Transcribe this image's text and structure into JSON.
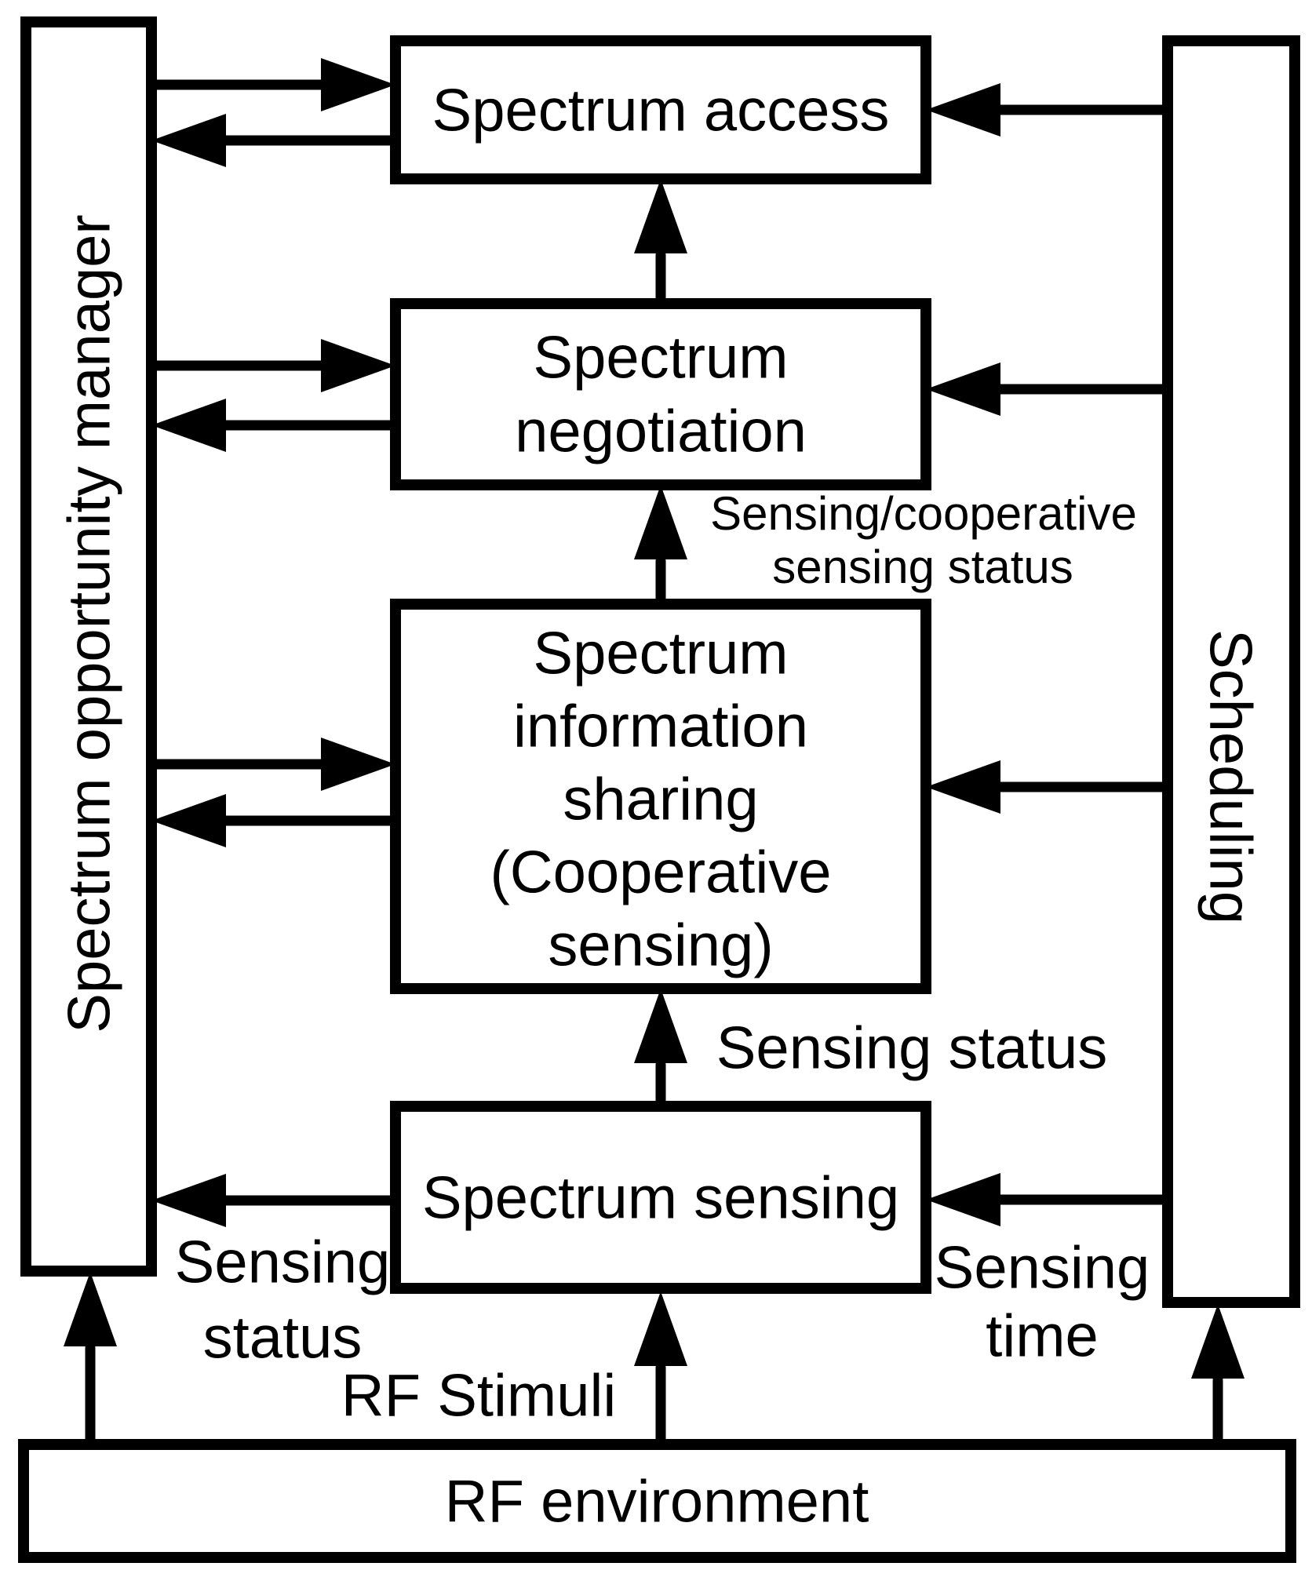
{
  "figure": {
    "background_color": "#ffffff",
    "line_color": "#000000"
  },
  "boxes": {
    "spectrum_opportunity_manager": {
      "label": "Spectrum opportunity manager"
    },
    "scheduling": {
      "label": "Scheduling"
    },
    "spectrum_access": {
      "label": "Spectrum access"
    },
    "spectrum_negotiation": {
      "line1": "Spectrum",
      "line2": "negotiation"
    },
    "spectrum_information_sharing": {
      "line1": "Spectrum",
      "line2": "information",
      "line3": "sharing",
      "line4": "(Cooperative",
      "line5": "sensing)"
    },
    "spectrum_sensing": {
      "label": "Spectrum sensing"
    },
    "rf_environment": {
      "label": "RF environment"
    }
  },
  "annotations": {
    "sensing_cooperative_line1": "Sensing/cooperative",
    "sensing_cooperative_line2": "sensing status",
    "sensing_status_mid": "Sensing status",
    "sensing_status_left_line1": "Sensing",
    "sensing_status_left_line2": "status",
    "sensing_time_line1": "Sensing",
    "sensing_time_line2": "time",
    "rf_stimuli": "RF Stimuli"
  }
}
